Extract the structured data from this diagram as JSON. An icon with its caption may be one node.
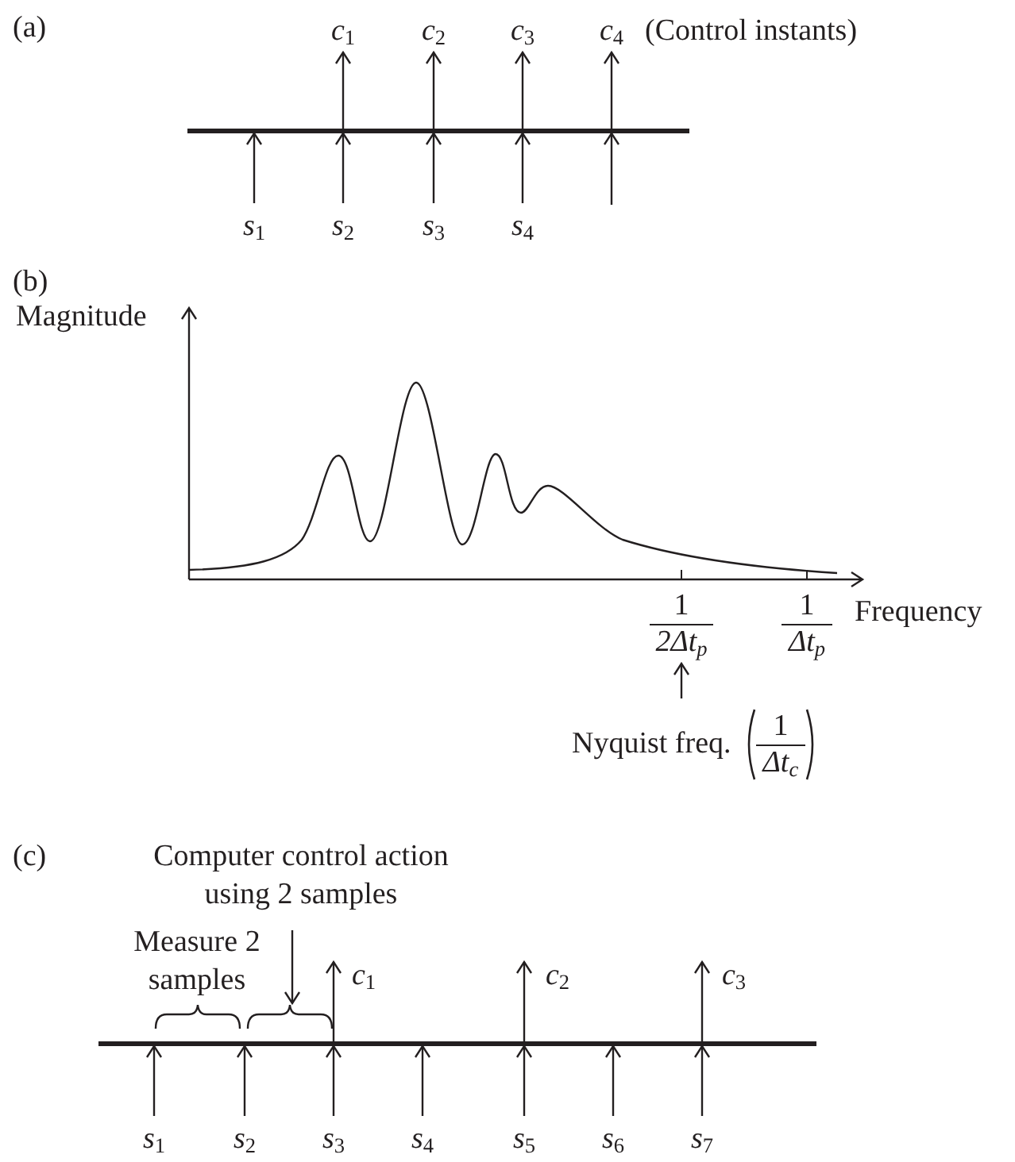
{
  "diagram": {
    "nodes": [
      {
        "text": [],
        "shape": "bar"
      },
      {
        "text": [
          "c$_{1}$"
        ]
      },
      {
        "text": [
          "c$_{2}$"
        ]
      },
      {
        "text": [
          "c$_{3}$"
        ]
      },
      {
        "text": [
          "c$_{4}$"
        ]
      },
      {
        "text": [
          "s$_{1}$"
        ]
      },
      {
        "text": [
          "s$_{2}$"
        ]
      },
      {
        "text": [
          "s$_{3}$"
        ]
      },
      {
        "text": [
          "s$_{4}$"
        ]
      },
      {
        "text": [
          "1",
          "2Δt$_{p}$"
        ]
      },
      {
        "text": [
          "1",
          "Δt$_{p}$"
        ]
      },
      {
        "text": [
          "Nyquist freq.",
          "1",
          "Δt$_{c}$"
        ]
      },
      {
        "text": [
          "Computer control action using 2 samples"
        ]
      },
      {
        "text": [],
        "shape": "brace"
      },
      {
        "text": [],
        "shape": "bar"
      },
      {
        "text": [
          "c$_{1}$"
        ]
      },
      {
        "text": [
          "c$_{2}$"
        ]
      },
      {
        "text": [
          "c$_{3}$"
        ]
      },
      {
        "text": [
          "s$_{1}$"
        ]
      },
      {
        "text": [
          "s$_{2}$"
        ]
      },
      {
        "text": [
          "s$_{3}$"
        ]
      },
      {
        "text": [
          "s$_{4}$"
        ]
      },
      {
        "text": [
          "s$_{5}$"
        ]
      },
      {
        "text": [
          "s$_{6}$"
        ]
      },
      {
        "text": [
          "s$_{7}$"
        ]
      }
    ],
    "edges": [
      {
        "from": 5,
        "to": 0,
        "arrow": "to"
      },
      {
        "from": 6,
        "to": 0,
        "arrow": "to"
      },
      {
        "from": 7,
        "to": 0,
        "arrow": "to"
      },
      {
        "from": 8,
        "to": 0,
        "arrow": "to"
      },
      {
        "from": null,
        "to": 0,
        "arrow": "to"
      },
      {
        "from": 0,
        "to": 1,
        "arrow": "to"
      },
      {
        "from": 0,
        "to": 2,
        "arrow": "to"
      },
      {
        "from": 0,
        "to": 3,
        "arrow": "to"
      },
      {
        "from": 0,
        "to": 4,
        "arrow": "to"
      },
      {
        "from": 11,
        "to": 9,
        "arrow": "to"
      },
      {
        "from": 12,
        "to": 13,
        "arrow": "to"
      },
      {
        "from": 18,
        "to": 14,
        "arrow": "to"
      },
      {
        "from": 19,
        "to": 14,
        "arrow": "to"
      },
      {
        "from": 20,
        "to": 14,
        "arrow": "to"
      },
      {
        "from": 21,
        "to": 14,
        "arrow": "to"
      },
      {
        "from": 22,
        "to": 14,
        "arrow": "to"
      },
      {
        "from": 23,
        "to": 14,
        "arrow": "to"
      },
      {
        "from": 24,
        "to": 14,
        "arrow": "to"
      },
      {
        "from": 14,
        "to": 15,
        "arrow": "to"
      },
      {
        "from": 14,
        "to": 16,
        "arrow": "to"
      },
      {
        "from": 14,
        "to": 17,
        "arrow": "to"
      }
    ],
    "labels": [
      "(a)",
      "(Control instants)",
      "(b)",
      "Magnitude",
      "Frequency",
      "(c)",
      "Measure 2 samples"
    ]
  }
}
